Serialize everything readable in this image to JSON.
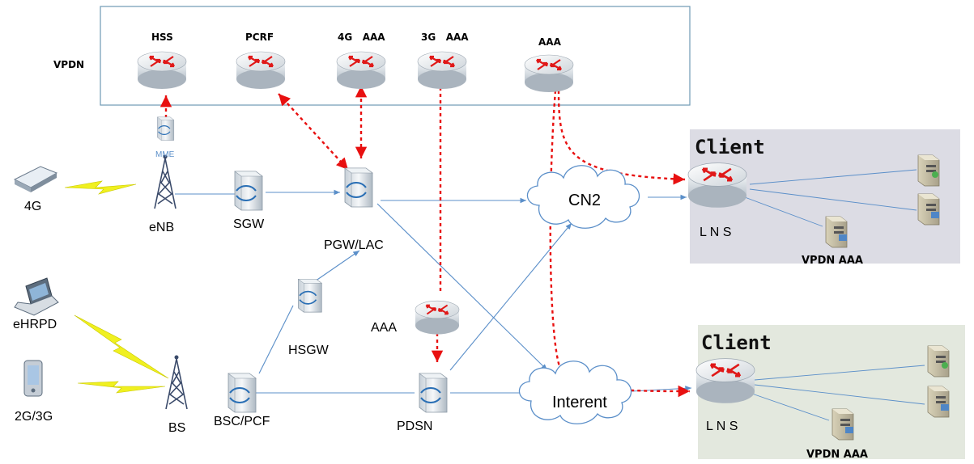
{
  "vpdn": {
    "label": "VPDN"
  },
  "core_nodes": {
    "hss": "HSS",
    "pcrf": "PCRF",
    "aaa_4g": "4G   AAA",
    "aaa_3g": "3G   AAA",
    "aaa": "AAA"
  },
  "access": {
    "mme": "MME",
    "ue_4g": "4G",
    "enb": "eNB",
    "sgw": "SGW",
    "pgw_lac": "PGW/LAC",
    "ehrpd": "eHRPD",
    "ue_2g3g": "2G/3G",
    "bs": "BS",
    "bsc_pcf": "BSC/PCF",
    "hsgw": "HSGW",
    "aaa_mid": "AAA",
    "pdsn": "PDSN"
  },
  "clouds": {
    "cn2": "CN2",
    "internet": "Interent"
  },
  "client_top": {
    "title": "Client",
    "lns": "L N S",
    "aaa": "VPDN AAA"
  },
  "client_bottom": {
    "title": "Client",
    "lns": "L N S",
    "aaa": "VPDN AAA"
  },
  "colors": {
    "dotted": "#e81010",
    "link": "#5b8fc9",
    "box": "#6e9ab5",
    "panel_top": "#dcdce4",
    "panel_bottom": "#e3e8de"
  }
}
